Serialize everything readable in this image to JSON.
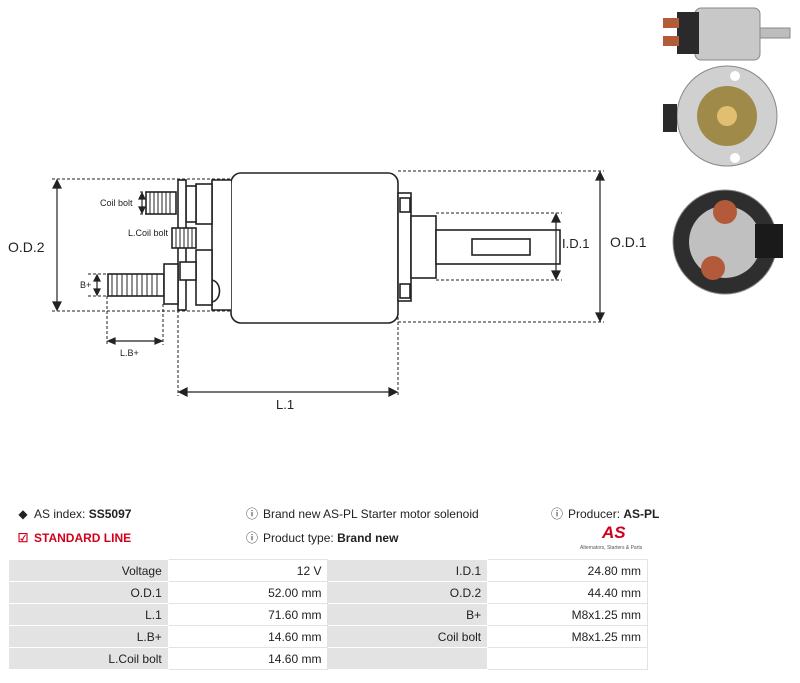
{
  "drawing": {
    "labels": {
      "od2": "O.D.2",
      "od1": "O.D.1",
      "id1": "I.D.1",
      "l1": "L.1",
      "coil_bolt": "Coil bolt",
      "l_coil_bolt": "L.Coil bolt",
      "b_plus": "B+",
      "l_b_plus": "L.B+"
    }
  },
  "info": {
    "as_index_label": "AS index:",
    "as_index_value": "SS5097",
    "standard_line": "STANDARD LINE",
    "description": "Brand new AS-PL Starter motor solenoid",
    "product_type_label": "Product type:",
    "product_type_value": "Brand new",
    "producer_label": "Producer:",
    "producer_value": "AS-PL",
    "logo_mark": "AS",
    "logo_sub": "Alternators, Starters & Parts"
  },
  "specs": [
    {
      "k1": "Voltage",
      "v1": "12 V",
      "k2": "I.D.1",
      "v2": "24.80 mm"
    },
    {
      "k1": "O.D.1",
      "v1": "52.00 mm",
      "k2": "O.D.2",
      "v2": "44.40 mm"
    },
    {
      "k1": "L.1",
      "v1": "71.60 mm",
      "k2": "B+",
      "v2": "M8x1.25 mm"
    },
    {
      "k1": "L.B+",
      "v1": "14.60 mm",
      "k2": "Coil bolt",
      "v2": "M8x1.25 mm"
    },
    {
      "k1": "L.Coil bolt",
      "v1": "14.60 mm",
      "k2": "",
      "v2": ""
    }
  ],
  "colors": {
    "accent": "#d0021b",
    "table_key_bg": "#e3e3e3"
  }
}
